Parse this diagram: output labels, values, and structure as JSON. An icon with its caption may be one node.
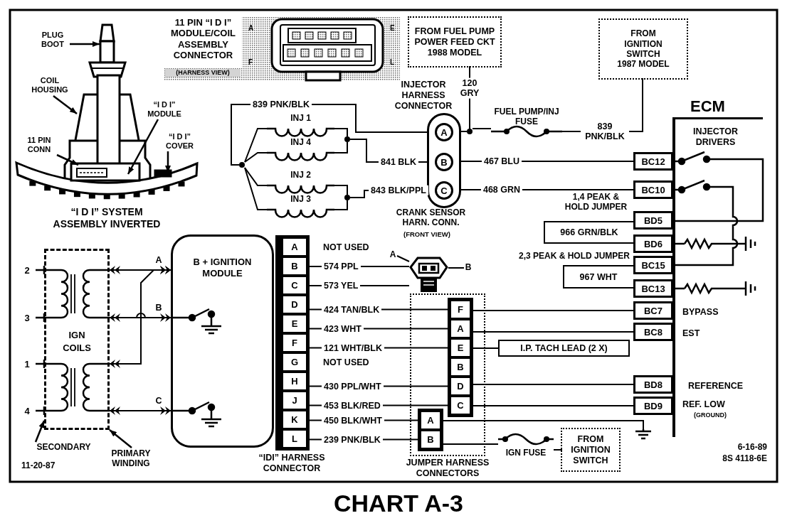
{
  "diagram": {
    "caption": "CHART A-3",
    "nodes": [
      {
        "text": [
          "PLUG BOOT"
        ]
      },
      {
        "text": [
          "COIL HOUSING"
        ]
      },
      {
        "text": [
          "“I D I” MODULE"
        ]
      },
      {
        "text": [
          "11 PIN CONN"
        ]
      },
      {
        "text": [
          "“I D I” COVER"
        ]
      },
      {
        "text": [
          "FROM FUEL PUMP POWER FEED CKT 1988 MODEL"
        ]
      },
      {
        "text": [
          "FROM IGNITION SWITCH 1987 MODEL"
        ]
      },
      {
        "text": [
          "INJECTOR HARNESS CONNECTOR"
        ]
      },
      {
        "text": [
          "A"
        ],
        "in": 7
      },
      {
        "text": [
          "B"
        ],
        "in": 7
      },
      {
        "text": [
          "C"
        ],
        "in": 7
      },
      {
        "text": [
          "INJ 1"
        ]
      },
      {
        "text": [
          "INJ 4"
        ]
      },
      {
        "text": [
          "INJ 2"
        ]
      },
      {
        "text": [
          "INJ 3"
        ]
      },
      {
        "text": [],
        "shape": "circle"
      },
      {
        "text": [],
        "shape": "circle"
      },
      {
        "text": [],
        "shape": "circle"
      },
      {
        "text": [],
        "shape": "circle"
      },
      {
        "text": [
          "FUEL PUMP/INJ FUSE"
        ]
      },
      {
        "text": [
          "ECM"
        ]
      },
      {
        "text": [
          "BC12"
        ],
        "in": 20
      },
      {
        "text": [
          "BC10"
        ],
        "in": 20
      },
      {
        "text": [
          "BD5"
        ],
        "in": 20
      },
      {
        "text": [
          "BD6"
        ],
        "in": 20
      },
      {
        "text": [
          "BC15"
        ],
        "in": 20
      },
      {
        "text": [
          "BC13"
        ],
        "in": 20
      },
      {
        "text": [
          "BC7"
        ],
        "in": 20,
        "beside": [
          "BYPASS"
        ]
      },
      {
        "text": [
          "BC8"
        ],
        "in": 20,
        "beside": [
          "EST"
        ]
      },
      {
        "text": [
          "BD8"
        ],
        "in": 20,
        "beside": [
          "REFERENCE"
        ]
      },
      {
        "text": [
          "BD9"
        ],
        "in": 20,
        "beside": [
          "REF. LOW",
          "(GROUND)"
        ]
      },
      {
        "text": [
          "IGN COILS"
        ]
      },
      {
        "text": [
          "B + IGNITION MODULE"
        ]
      },
      {
        "text": [
          "“IDI” HARNESS CONNECTOR"
        ]
      },
      {
        "text": [
          "A"
        ],
        "in": 33,
        "beside": [
          "NOT USED"
        ]
      },
      {
        "text": [
          "B"
        ],
        "in": 33
      },
      {
        "text": [
          "C"
        ],
        "in": 33
      },
      {
        "text": [
          "D"
        ],
        "in": 33
      },
      {
        "text": [
          "E"
        ],
        "in": 33
      },
      {
        "text": [
          "F"
        ],
        "in": 33
      },
      {
        "text": [
          "G"
        ],
        "in": 33,
        "beside": [
          "NOT USED"
        ]
      },
      {
        "text": [
          "H"
        ],
        "in": 33
      },
      {
        "text": [
          "J"
        ],
        "in": 33
      },
      {
        "text": [
          "K"
        ],
        "in": 33
      },
      {
        "text": [
          "L"
        ],
        "in": 33
      },
      {
        "text": [],
        "shape": "picture",
        "beside": [
          "CRANK SENSOR HARN. CONN.",
          "(FRONT VIEW)"
        ]
      },
      {
        "text": [
          "A"
        ]
      },
      {
        "text": [
          "B"
        ]
      },
      {
        "text": [
          "JUMPER HARNESS CONNECTORS"
        ]
      },
      {
        "text": [],
        "shape": "box",
        "in": 48
      },
      {
        "text": [
          "F"
        ],
        "in": 49
      },
      {
        "text": [
          "A"
        ],
        "in": 49
      },
      {
        "text": [
          "E"
        ],
        "in": 49
      },
      {
        "text": [
          "B"
        ],
        "in": 49
      },
      {
        "text": [
          "D"
        ],
        "in": 49
      },
      {
        "text": [
          "C"
        ],
        "in": 49
      },
      {
        "text": [],
        "shape": "box",
        "in": 48
      },
      {
        "text": [
          "A"
        ],
        "in": 56
      },
      {
        "text": [
          "B"
        ],
        "in": 56
      },
      {
        "text": [
          "I.P. TACH LEAD (2 X)"
        ]
      },
      {
        "text": [
          "IGN FUSE"
        ]
      },
      {
        "text": [
          "FROM IGNITION SWITCH"
        ]
      },
      {
        "text": [],
        "shape": "ground"
      },
      {
        "text": [
          "SECONDARY"
        ]
      },
      {
        "text": [
          "PRIMARY WINDING"
        ]
      }
    ],
    "edges": [
      {
        "from": 0,
        "to": null,
        "arrow": "to"
      },
      {
        "from": 1,
        "to": null,
        "arrow": "to"
      },
      {
        "from": 2,
        "to": null,
        "arrow": "to"
      },
      {
        "from": 3,
        "to": null,
        "arrow": "to"
      },
      {
        "from": 4,
        "to": null,
        "arrow": "to"
      },
      {
        "from": 8,
        "to": 15,
        "arrow": "none",
        "label": "839 PNK/BLK"
      },
      {
        "from": 15,
        "to": 11,
        "arrow": "none"
      },
      {
        "from": 15,
        "to": 12,
        "arrow": "none"
      },
      {
        "from": 15,
        "to": 13,
        "arrow": "none"
      },
      {
        "from": 15,
        "to": 14,
        "arrow": "none"
      },
      {
        "from": 11,
        "to": 16,
        "arrow": "none"
      },
      {
        "from": 12,
        "to": 16,
        "arrow": "none"
      },
      {
        "from": 13,
        "to": 17,
        "arrow": "none"
      },
      {
        "from": 14,
        "to": 17,
        "arrow": "none"
      },
      {
        "from": 16,
        "to": 9,
        "arrow": "none",
        "label": "841 BLK"
      },
      {
        "from": 17,
        "to": 10,
        "arrow": "none",
        "label": "843 BLK/PPL"
      },
      {
        "from": 5,
        "to": 18,
        "arrow": "none",
        "label": "120 GRY"
      },
      {
        "from": 8,
        "to": 18,
        "arrow": "none"
      },
      {
        "from": 18,
        "to": 19,
        "arrow": "none"
      },
      {
        "from": 19,
        "to": 6,
        "arrow": "none",
        "label": "839 PNK/BLK"
      },
      {
        "from": 9,
        "to": 21,
        "arrow": "none",
        "label": "467 BLU"
      },
      {
        "from": 10,
        "to": 22,
        "arrow": "none",
        "label": "468 GRN"
      },
      {
        "from": 23,
        "to": 24,
        "arrow": "none",
        "label": "966 GRN/BLK"
      },
      {
        "from": 25,
        "to": 26,
        "arrow": "none",
        "label": "967 WHT"
      },
      {
        "from": 31,
        "to": 32,
        "arrow": "both",
        "label": "A"
      },
      {
        "from": 31,
        "to": 32,
        "arrow": "both",
        "label": "B"
      },
      {
        "from": 31,
        "to": 32,
        "arrow": "both"
      },
      {
        "from": 31,
        "to": 32,
        "arrow": "both",
        "label": "C"
      },
      {
        "from": 35,
        "to": 45,
        "arrow": "none",
        "label": "574 PPL"
      },
      {
        "from": 36,
        "to": 45,
        "arrow": "none",
        "label": "573 YEL"
      },
      {
        "from": 46,
        "to": 45,
        "arrow": "none"
      },
      {
        "from": 47,
        "to": 45,
        "arrow": "none"
      },
      {
        "from": 37,
        "to": 50,
        "arrow": "none",
        "label": "424 TAN/BLK"
      },
      {
        "from": 38,
        "to": 51,
        "arrow": "none",
        "label": "423 WHT"
      },
      {
        "from": 39,
        "to": 52,
        "arrow": "none",
        "label": "121 WHT/BLK"
      },
      {
        "from": 41,
        "to": 54,
        "arrow": "none",
        "label": "430 PPL/WHT"
      },
      {
        "from": 42,
        "to": 55,
        "arrow": "none",
        "label": "453 BLK/RED"
      },
      {
        "from": 43,
        "to": 57,
        "arrow": "none",
        "label": "450 BLK/WHT"
      },
      {
        "from": 44,
        "to": 58,
        "arrow": "none",
        "label": "239 PNK/BLK"
      },
      {
        "from": 50,
        "to": 27,
        "arrow": "none"
      },
      {
        "from": 51,
        "to": 28,
        "arrow": "none"
      },
      {
        "from": 52,
        "to": 59,
        "arrow": "none"
      },
      {
        "from": 54,
        "to": 29,
        "arrow": "none"
      },
      {
        "from": 55,
        "to": 30,
        "arrow": "none"
      },
      {
        "from": 57,
        "to": 62,
        "arrow": "none"
      },
      {
        "from": 58,
        "to": 60,
        "arrow": "none"
      },
      {
        "from": 60,
        "to": 61,
        "arrow": "none"
      },
      {
        "from": 63,
        "to": 31,
        "arrow": "to"
      },
      {
        "from": 64,
        "to": 31,
        "arrow": "to"
      }
    ],
    "labels": [
      "11 PIN “I D I” MODULE/COIL ASSEMBLY CONNECTOR",
      "(HARNESS VIEW)",
      "A",
      "E",
      "F",
      "L",
      "“I D I” SYSTEM ASSEMBLY INVERTED",
      "INJECTOR DRIVERS",
      "1,4 PEAK & HOLD JUMPER",
      "2,3 PEAK & HOLD JUMPER",
      "2",
      "3",
      "1",
      "4",
      "11-20-87",
      "6-16-89",
      "8S 4118-6E"
    ]
  }
}
